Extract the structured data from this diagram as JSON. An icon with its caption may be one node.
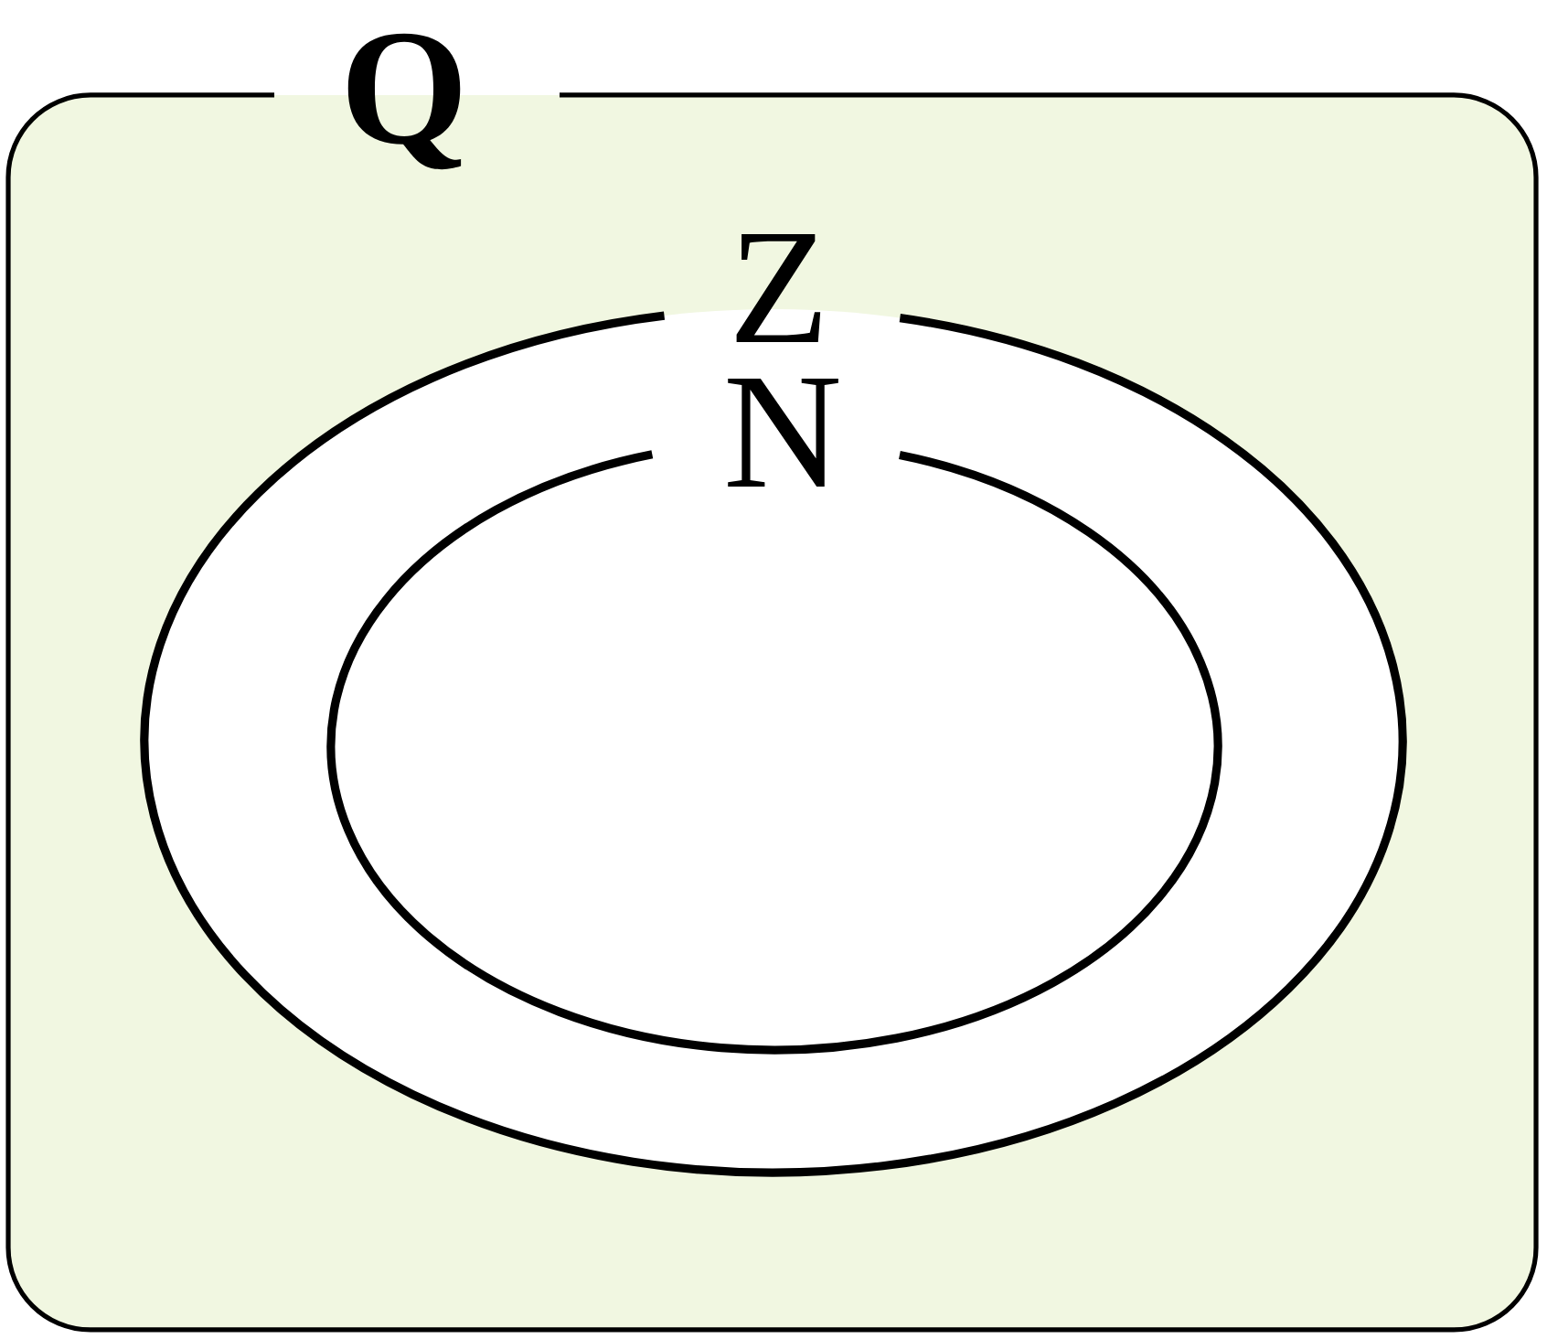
{
  "diagram": {
    "nodes": [
      {
        "text": [
          "Q"
        ]
      },
      {
        "text": [
          "Z"
        ],
        "in": 0
      },
      {
        "text": [
          "N"
        ],
        "in": 1
      }
    ]
  }
}
